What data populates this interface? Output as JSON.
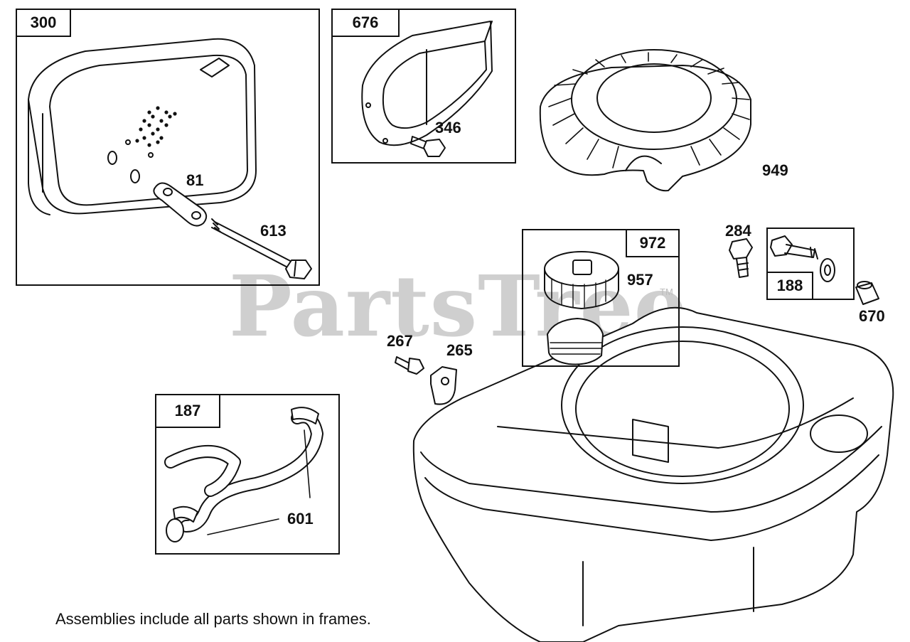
{
  "frames": {
    "muffler_assembly": "300",
    "guard_assembly": "676",
    "cap_assembly": "972",
    "bolt_assembly": "188",
    "fuel_line_assembly": "187"
  },
  "parts": {
    "bolt": "346",
    "lock_washer": "81",
    "muffler_screw": "613",
    "cooling_fan_guard": "949",
    "fuel_cap": "957",
    "stud": "284",
    "spacer": "670",
    "screw": "267",
    "clip": "265",
    "fuel_line": "601"
  },
  "footer": {
    "note": "Assemblies include all parts shown in frames."
  },
  "watermark": {
    "text": "PartsTree",
    "tm": "TM"
  }
}
